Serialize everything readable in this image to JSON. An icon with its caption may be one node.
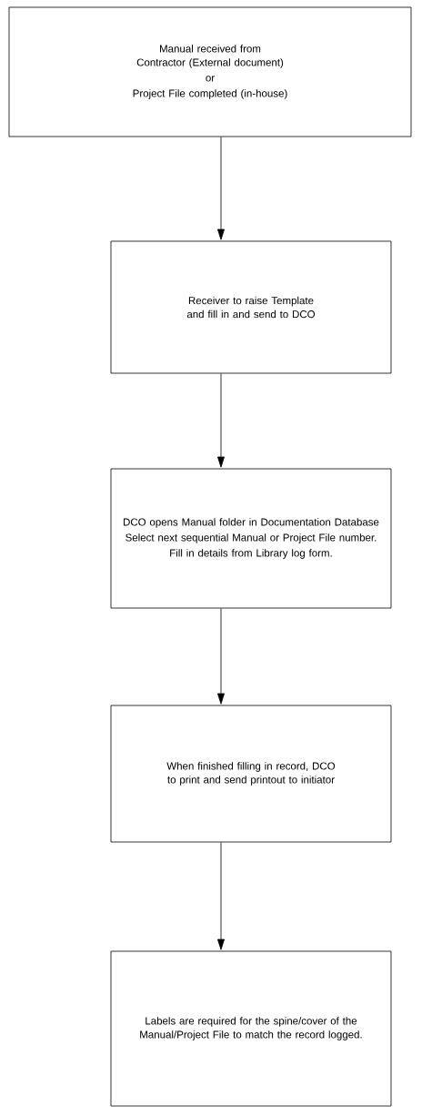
{
  "diagram": {
    "nodes": [
      {
        "text": [
          "Manual received from Contractor (External document)",
          "or",
          "Project File completed (in-house)"
        ]
      },
      {
        "text": [
          "Receiver to raise Template and fill in and send to DCO"
        ]
      },
      {
        "text": [
          "DCO opens Manual folder in Documentation Database",
          "Select next sequential Manual or Project File number.",
          "Fill in details from Library log form."
        ]
      },
      {
        "text": [
          "When finished filling in record, DCO to print and send printout to initiator"
        ]
      },
      {
        "text": [
          "Labels are required for the spine/cover of the Manual/Project File to match the record logged."
        ]
      }
    ],
    "edges": [
      {
        "from": 0,
        "to": 1,
        "arrow": "to"
      },
      {
        "from": 1,
        "to": 2,
        "arrow": "to"
      },
      {
        "from": 2,
        "to": 3,
        "arrow": "to"
      },
      {
        "from": 3,
        "to": 4,
        "arrow": "to"
      }
    ]
  }
}
